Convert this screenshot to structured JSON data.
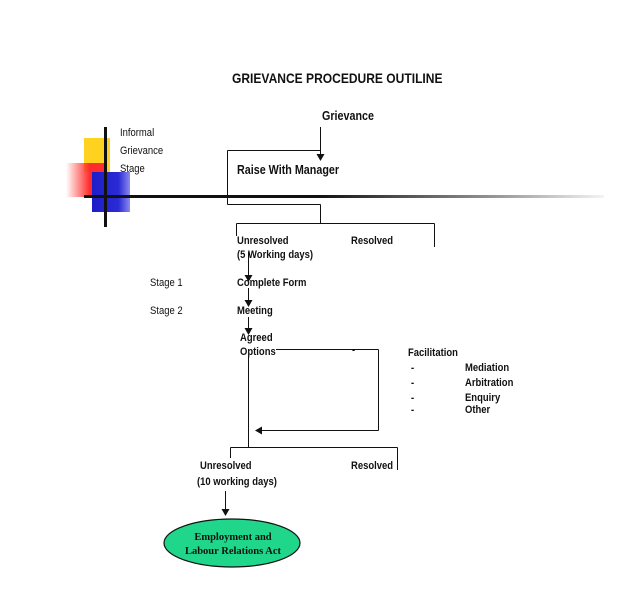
{
  "title": "GRIEVANCE PROCEDURE OUTILINE",
  "nodes": {
    "grievance": "Grievance",
    "raise_with_manager": "Raise With Manager",
    "unresolved_1": "Unresolved",
    "unresolved_1_days": "(5 Working days)",
    "resolved_1": "Resolved",
    "complete_form": "Complete Form",
    "meeting": "Meeting",
    "agreed": "Agreed",
    "options": "Options",
    "options_dash": "-",
    "unresolved_2": "Unresolved",
    "unresolved_2_days": "(10 working days)",
    "resolved_2": "Resolved",
    "employment_act_line1": "Employment and",
    "employment_act_line2": "Labour Relations Act"
  },
  "informal": {
    "line1": "Informal",
    "line2": "Grievance",
    "line3": "Stage"
  },
  "stages": {
    "stage1": "Stage 1",
    "stage2": "Stage 2"
  },
  "facilitation": {
    "title": "Facilitation",
    "items": [
      {
        "dash": "-",
        "label": "Mediation"
      },
      {
        "dash": "-",
        "label": "Arbitration"
      },
      {
        "dash": "-",
        "label": "Enquiry"
      },
      {
        "dash": "-",
        "label": "Other"
      }
    ]
  },
  "colors": {
    "oval_fill": "#20d68a",
    "decor_yellow": "#ffd21f",
    "decor_red": "#ff2a2a",
    "decor_blue": "#2b2bd6",
    "line": "#111111"
  }
}
